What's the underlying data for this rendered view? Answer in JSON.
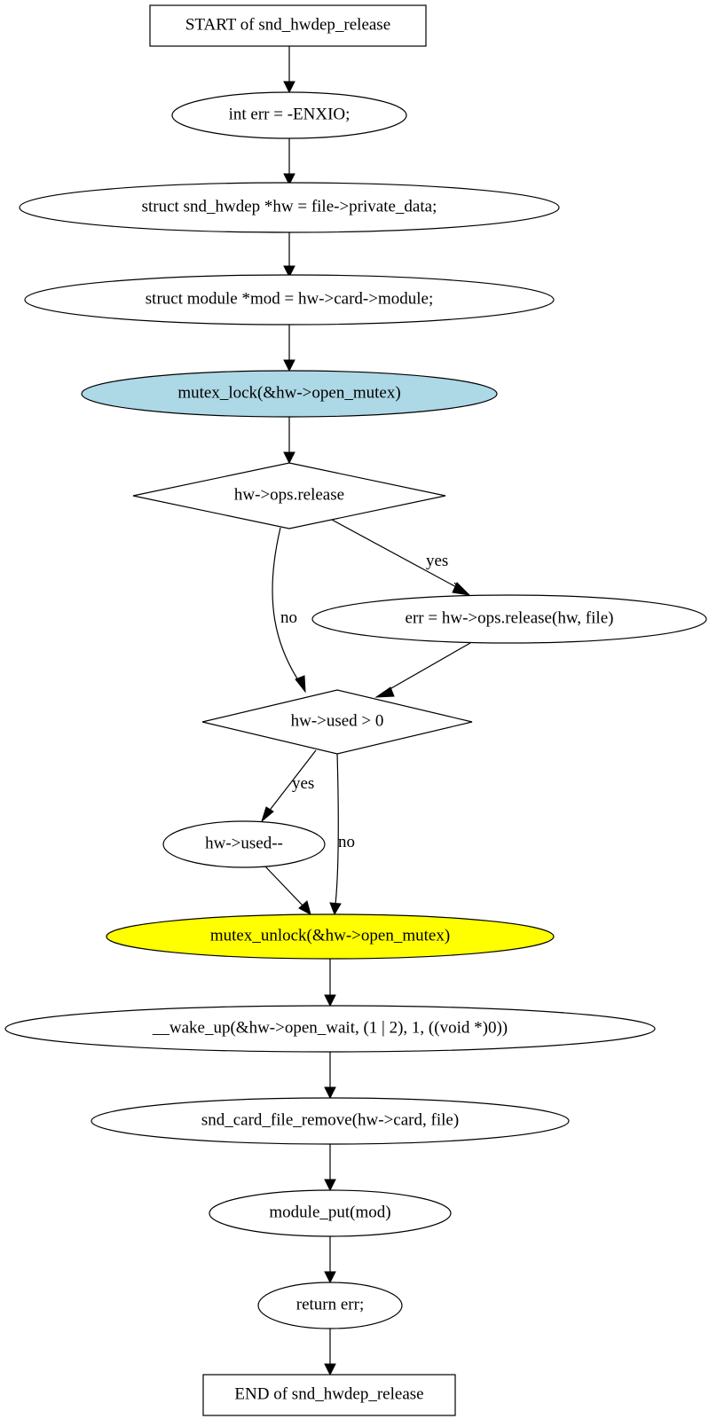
{
  "nodes": {
    "start": "START of snd_hwdep_release",
    "err_init": "int err = -ENXIO;",
    "hw_decl": "struct snd_hwdep *hw = file->private_data;",
    "mod_decl": "struct module *mod = hw->card->module;",
    "mutex_lock": "mutex_lock(&hw->open_mutex)",
    "ops_release_check": "hw->ops.release",
    "ops_release_call": "err = hw->ops.release(hw, file)",
    "used_check": "hw->used > 0",
    "used_decrement": "hw->used--",
    "mutex_unlock": "mutex_unlock(&hw->open_mutex)",
    "wake_up": "__wake_up(&hw->open_wait, (1 | 2), 1, ((void *)0))",
    "file_remove": "snd_card_file_remove(hw->card, file)",
    "module_put": "module_put(mod)",
    "return_err": "return err;",
    "end": "END of snd_hwdep_release"
  },
  "edge_labels": {
    "ops_yes": "yes",
    "ops_no": "no",
    "used_yes": "yes",
    "used_no": "no"
  },
  "colors": {
    "mutex_lock_fill": "#add8e6",
    "mutex_unlock_fill": "#ffff00",
    "default_fill": "#ffffff",
    "line": "#000000"
  }
}
